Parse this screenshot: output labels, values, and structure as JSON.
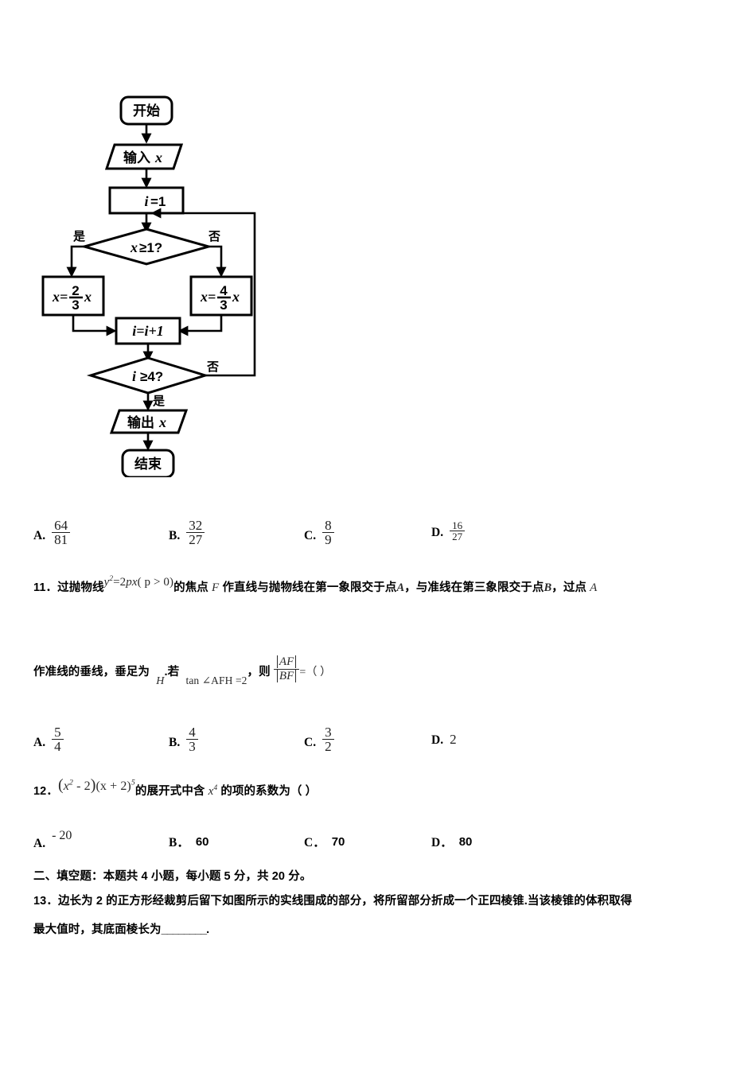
{
  "flowchart": {
    "nodes": {
      "start": "开始",
      "input": "输入x",
      "init": "i=1",
      "cond1": "x≥1?",
      "branch_yes": "x=2/3 x",
      "branch_no": "x=4/3 x",
      "increment": "i=i+1",
      "cond2": "i≥4?",
      "output": "输出x",
      "end": "结束"
    },
    "node_parts": {
      "input_cn": "输入",
      "input_var": "x",
      "output_cn": "输出",
      "output_var": "x",
      "init_var": "i",
      "init_eq": "=1",
      "cond1_var": "x",
      "cond1_rest": "≥1?",
      "cond2_var": "i",
      "cond2_rest": "≥4?",
      "inc_text": "i=i+1",
      "yes_assign_lhs": "x=",
      "yes_num": "2",
      "yes_den": "3",
      "yes_rhs": "x",
      "no_assign_lhs": "x=",
      "no_num": "4",
      "no_den": "3",
      "no_rhs": "x"
    },
    "labels": {
      "yes1": "是",
      "no1": "否",
      "no2": "否",
      "yes2": "是"
    }
  },
  "q10_options": {
    "a": {
      "label": "A.",
      "num": "64",
      "den": "81"
    },
    "b": {
      "label": "B.",
      "num": "32",
      "den": "27"
    },
    "c": {
      "label": "C.",
      "num": "8",
      "den": "9"
    },
    "d": {
      "label": "D.",
      "num": "16",
      "den": "27"
    }
  },
  "q11": {
    "number": "11．",
    "line1_pre": "过抛物线",
    "line1_formula_y": "y",
    "line1_formula_sup": "2",
    "line1_formula_mid": "=2",
    "line1_formula_p": "px",
    "line1_formula_cond": "( p > 0)",
    "line1_mid": "的焦点",
    "line1_F": "F",
    "line1_rest": "作直线与抛物线在第一象限交于点",
    "line1_A": "A",
    "line1_comma": "，与准线在第三象限交于点",
    "line1_B": "B",
    "line1_tail": "，过点",
    "line1_A2": "A",
    "line2_pre": "作准线的垂线，垂足为",
    "line2_H": "H",
    "line2_if": ".若",
    "line2_tan": "tan ∠AFH =2",
    "line2_comma": "，则",
    "line2_num": "AF",
    "line2_den": "BF",
    "line2_eq": "=（  ）",
    "options": {
      "a": {
        "label": "A.",
        "num": "5",
        "den": "4"
      },
      "b": {
        "label": "B.",
        "num": "4",
        "den": "3"
      },
      "c": {
        "label": "C.",
        "num": "3",
        "den": "2"
      },
      "d": {
        "label": "D.",
        "value": "2"
      }
    }
  },
  "q12": {
    "number": "12．",
    "formula_open": "(",
    "formula_x": "x",
    "formula_sup2": "2",
    "formula_minus": " - 2",
    "formula_close": ")",
    "formula_x2": "(x + 2)",
    "formula_sup5": "5",
    "text": "的展开式中含",
    "var_x": "x",
    "var_sup": "4",
    "tail": "的项的系数为（  ）",
    "options": {
      "a": {
        "label": "A.",
        "value": "- 20"
      },
      "b": {
        "label": "B．",
        "value": "60"
      },
      "c": {
        "label": "C．",
        "value": "70"
      },
      "d": {
        "label": "D．",
        "value": "80"
      }
    }
  },
  "section2": {
    "heading": "二、填空题：本题共 4 小题，每小题 5 分，共 20 分。",
    "q13_number": "13．",
    "q13_line1": "边长为 2 的正方形经裁剪后留下如图所示的实线围成的部分，将所留部分折成一个正四棱锥.当该棱锥的体积取得",
    "q13_line2_pre": "最大值时，其底面棱长为",
    "q13_blank": "________",
    "q13_line2_end": "."
  }
}
